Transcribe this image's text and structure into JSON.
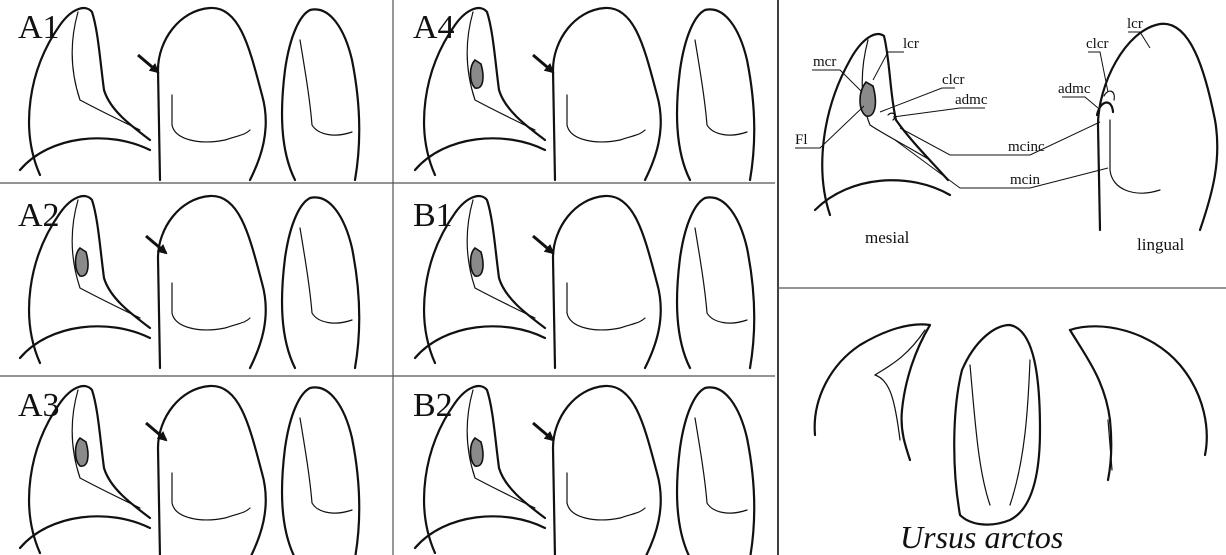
{
  "panels": [
    {
      "id": "A1",
      "label": "A1"
    },
    {
      "id": "A4",
      "label": "A4"
    },
    {
      "id": "A2",
      "label": "A2"
    },
    {
      "id": "B1",
      "label": "B1"
    },
    {
      "id": "A3",
      "label": "A3"
    },
    {
      "id": "B2",
      "label": "B2"
    }
  ],
  "annotations": {
    "mcr": "mcr",
    "lcr": "lcr",
    "clcr": "clcr",
    "admc": "admc",
    "Fl": "Fl",
    "mcinc": "mcinc",
    "mcin": "mcin",
    "clcr_2": "clcr",
    "admc_2": "admc",
    "lcr_2": "lcr"
  },
  "views": {
    "mesial": "mesial",
    "lingual": "lingual"
  },
  "species": "Ursus arctos"
}
